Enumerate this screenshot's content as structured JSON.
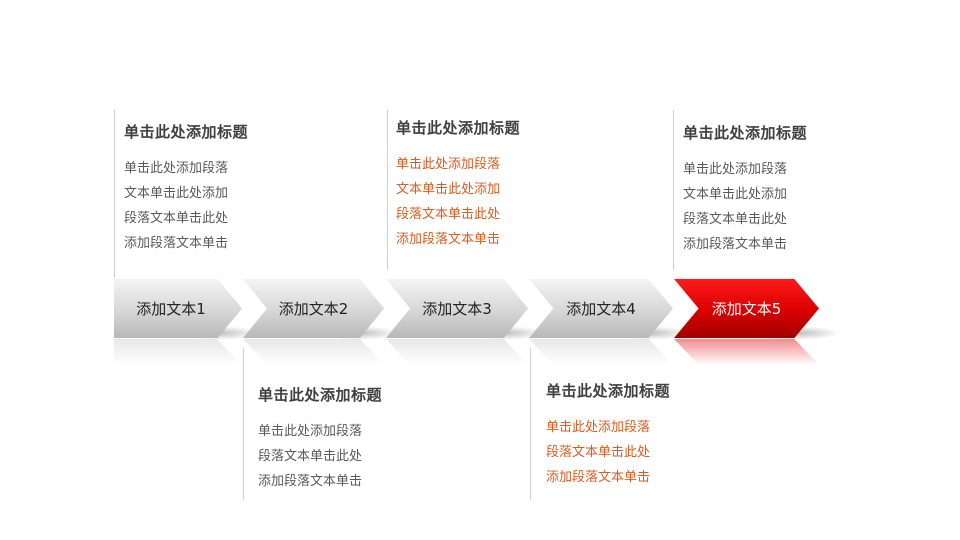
{
  "steps": [
    {
      "label": "添加文本1"
    },
    {
      "label": "添加文本2"
    },
    {
      "label": "添加文本3"
    },
    {
      "label": "添加文本4"
    },
    {
      "label": "添加文本5"
    }
  ],
  "blocks": [
    {
      "title": "单击此处添加标题",
      "lines": [
        "单击此处添加段落",
        "文本单击此处添加",
        "段落文本单击此处",
        "添加段落文本单击"
      ]
    },
    {
      "title": "单击此处添加标题",
      "lines": [
        "单击此处添加段落",
        "段落文本单击此处",
        "添加段落文本单击"
      ]
    },
    {
      "title": "单击此处添加标题",
      "lines": [
        "单击此处添加段落",
        "文本单击此处添加",
        "段落文本单击此处",
        "添加段落文本单击"
      ]
    },
    {
      "title": "单击此处添加标题",
      "lines": [
        "单击此处添加段落",
        "段落文本单击此处",
        "添加段落文本单击"
      ]
    },
    {
      "title": "单击此处添加标题",
      "lines": [
        "单击此处添加段落",
        "文本单击此处添加",
        "段落文本单击此处",
        "添加段落文本单击"
      ]
    }
  ],
  "colors": {
    "accent": "#d80000",
    "highlight_text": "#e25a1c",
    "body_text": "#595959"
  }
}
